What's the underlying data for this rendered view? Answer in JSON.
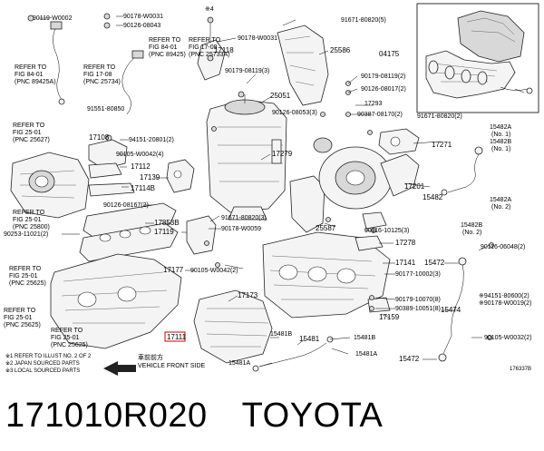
{
  "caption": {
    "part_number": "171010R020",
    "brand": "TOYOTA"
  },
  "diagram_code": "176337B",
  "labels": [
    {
      "id": "l01",
      "text": "90119-W0002"
    },
    {
      "id": "l02",
      "text": "90178-W0031"
    },
    {
      "id": "l03",
      "text": "90126-08043"
    },
    {
      "id": "l04",
      "text": "※4"
    },
    {
      "id": "l05",
      "text": "91671-80820(5)"
    },
    {
      "id": "l06",
      "text": "04175"
    },
    {
      "id": "l07",
      "text": "REFER TO"
    },
    {
      "id": "l08",
      "text": "FIG 84-01"
    },
    {
      "id": "l09",
      "text": "(PNC 89425)"
    },
    {
      "id": "l10",
      "text": "REFER TO"
    },
    {
      "id": "l11",
      "text": "FIG 17-08"
    },
    {
      "id": "l12",
      "text": "(PNC 25733A)"
    },
    {
      "id": "l13",
      "text": "90178-W0031"
    },
    {
      "id": "l14",
      "text": "25586"
    },
    {
      "id": "l15",
      "text": "REFER TO"
    },
    {
      "id": "l16",
      "text": "FIG 17-08"
    },
    {
      "id": "l17",
      "text": "(PNC 25734)"
    },
    {
      "id": "l18",
      "text": "17118"
    },
    {
      "id": "l19",
      "text": "REFER TO"
    },
    {
      "id": "l20",
      "text": "FIG 84-01"
    },
    {
      "id": "l21",
      "text": "(PNC 89425A)"
    },
    {
      "id": "l22",
      "text": "90179-08119(3)"
    },
    {
      "id": "l23",
      "text": "90179-08119(2)"
    },
    {
      "id": "l24",
      "text": "90126-08017(2)"
    },
    {
      "id": "l25",
      "text": "17293"
    },
    {
      "id": "l26",
      "text": "90387-08170(2)"
    },
    {
      "id": "l27",
      "text": "25051"
    },
    {
      "id": "l28",
      "text": "91551-80850"
    },
    {
      "id": "l29",
      "text": "90126-08053(3)"
    },
    {
      "id": "l30",
      "text": "91671-80820(2)"
    },
    {
      "id": "l31",
      "text": "REFER TO"
    },
    {
      "id": "l32",
      "text": "FIG 25-01"
    },
    {
      "id": "l33",
      "text": "(PNC 25627)"
    },
    {
      "id": "l34",
      "text": "17108"
    },
    {
      "id": "l35",
      "text": "94151-20801(2)"
    },
    {
      "id": "l36",
      "text": "15482A"
    },
    {
      "id": "l37",
      "text": "(No. 1)"
    },
    {
      "id": "l38",
      "text": "15482B"
    },
    {
      "id": "l39",
      "text": "(No. 1)"
    },
    {
      "id": "l40",
      "text": "17271"
    },
    {
      "id": "l41",
      "text": "90105-W0042(4)"
    },
    {
      "id": "l42",
      "text": "17112"
    },
    {
      "id": "l43",
      "text": "17279"
    },
    {
      "id": "l44",
      "text": "17139"
    },
    {
      "id": "l45",
      "text": "17201"
    },
    {
      "id": "l46",
      "text": "17114B"
    },
    {
      "id": "l47",
      "text": "15482"
    },
    {
      "id": "l48",
      "text": "15482A"
    },
    {
      "id": "l49",
      "text": "(No. 2)"
    },
    {
      "id": "l50",
      "text": "90126-08167(2)"
    },
    {
      "id": "l51",
      "text": "REFER TO"
    },
    {
      "id": "l52",
      "text": "FIG 25-01"
    },
    {
      "id": "l53",
      "text": "(PNC 25800)"
    },
    {
      "id": "l54",
      "text": "17853B"
    },
    {
      "id": "l55",
      "text": "91671-80820(3)"
    },
    {
      "id": "l56",
      "text": "15482B"
    },
    {
      "id": "l57",
      "text": "(No. 2)"
    },
    {
      "id": "l58",
      "text": "17119"
    },
    {
      "id": "l59",
      "text": "90178-W0059"
    },
    {
      "id": "l60",
      "text": "25587"
    },
    {
      "id": "l61",
      "text": "90116-10125(3)"
    },
    {
      "id": "l62",
      "text": "90253-11021(2)"
    },
    {
      "id": "l63",
      "text": "17278"
    },
    {
      "id": "l64",
      "text": "90116-06048(2)"
    },
    {
      "id": "l65",
      "text": "REFER TO"
    },
    {
      "id": "l66",
      "text": "FIG 25-01"
    },
    {
      "id": "l67",
      "text": "(PNC 25625)"
    },
    {
      "id": "l68",
      "text": "17177"
    },
    {
      "id": "l69",
      "text": "90105-W0042(2)"
    },
    {
      "id": "l70",
      "text": "17141"
    },
    {
      "id": "l71",
      "text": "15472"
    },
    {
      "id": "l72",
      "text": "90177-10002(3)"
    },
    {
      "id": "l73",
      "text": "17173"
    },
    {
      "id": "l74",
      "text": "※94151-80600(2)"
    },
    {
      "id": "l75",
      "text": "※90178-W0019(2)"
    },
    {
      "id": "l76",
      "text": "REFER TO"
    },
    {
      "id": "l77",
      "text": "FIG 25-01"
    },
    {
      "id": "l78",
      "text": "(PNC 25625)"
    },
    {
      "id": "l79",
      "text": "90179-10070(8)"
    },
    {
      "id": "l80",
      "text": "90389-10051(8)"
    },
    {
      "id": "l81",
      "text": "15474"
    },
    {
      "id": "l82",
      "text": "17159"
    },
    {
      "id": "l83",
      "text": "REFER TO"
    },
    {
      "id": "l84",
      "text": "FIG 25-01"
    },
    {
      "id": "l85",
      "text": "(PNC 25625)"
    },
    {
      "id": "l86",
      "text": "17111"
    },
    {
      "id": "l87",
      "text": "15481B"
    },
    {
      "id": "l88",
      "text": "15481"
    },
    {
      "id": "l89",
      "text": "15481B"
    },
    {
      "id": "l90",
      "text": "90105-W0032(2)"
    },
    {
      "id": "l91",
      "text": "15481A"
    },
    {
      "id": "l92",
      "text": "15481A"
    },
    {
      "id": "l93",
      "text": "15472"
    },
    {
      "id": "l94",
      "text": "車前前方"
    },
    {
      "id": "l95",
      "text": "VEHICLE FRONT SIDE"
    }
  ],
  "notes": [
    "※1 REFER TO ILLUST NO. 2 OF 2",
    "※2 JAPAN SOURCED PARTS",
    "※3 LOCAL SOURCED PARTS"
  ]
}
